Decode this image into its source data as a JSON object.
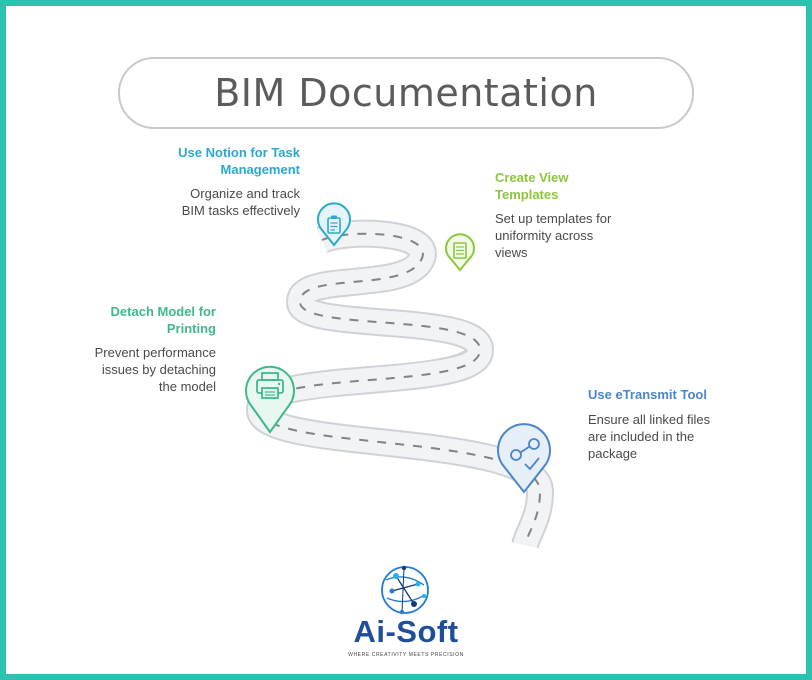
{
  "title": "BIM Documentation",
  "steps": [
    {
      "title_line1": "Use Notion for Task",
      "title_line2": "Management",
      "desc_line1": "Organize and track",
      "desc_line2": "BIM tasks effectively",
      "color": "#2aa9cf",
      "icon": "clipboard-icon"
    },
    {
      "title_line1": "Create View",
      "title_line2": "Templates",
      "desc_line1": "Set up templates for",
      "desc_line2": "uniformity across",
      "desc_line3": "views",
      "color": "#8cc63f",
      "icon": "document-icon"
    },
    {
      "title_line1": "Detach Model for",
      "title_line2": "Printing",
      "desc_line1": "Prevent performance",
      "desc_line2": "issues by detaching",
      "desc_line3": "the model",
      "color": "#3fb98a",
      "icon": "printer-icon"
    },
    {
      "title_line1": "Use eTransmit Tool",
      "desc_line1": "Ensure all linked files",
      "desc_line2": "are included in the",
      "desc_line3": "package",
      "color": "#4a86c8",
      "icon": "share-icon"
    }
  ],
  "logo": {
    "name": "Ai-Soft",
    "tagline": "WHERE CREATIVITY MEETS PRECISION",
    "icon": "network-globe-icon"
  }
}
